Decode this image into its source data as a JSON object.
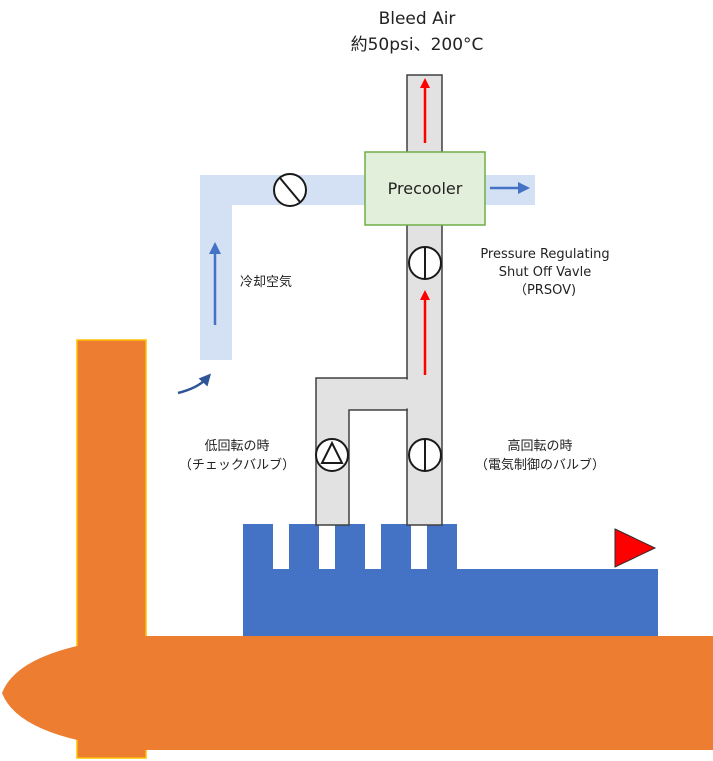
{
  "title": {
    "line1": "Bleed Air",
    "line2": "約50psi、200°C"
  },
  "precooler": {
    "label": "Precooler"
  },
  "prsov": {
    "line1": "Pressure Regulating",
    "line2": "Shut Off Vavle",
    "line3": "（PRSOV)"
  },
  "cooling_air": {
    "label": "冷却空気"
  },
  "low_speed": {
    "line1": "低回転の時",
    "line2": "（チェックバルブ）"
  },
  "high_speed": {
    "line1": "高回転の時",
    "line2": "（電気制御のバルブ）"
  },
  "colors": {
    "engine": "#ED7D31",
    "compressor": "#4472C4",
    "duct": "#E2E2E2",
    "cooling_duct": "#D4E0F3",
    "precooler_fill": "#E2EFDA",
    "precooler_border": "#70AD47",
    "hot_arrow": "#FF0000",
    "cool_arrow": "#4472C4"
  }
}
